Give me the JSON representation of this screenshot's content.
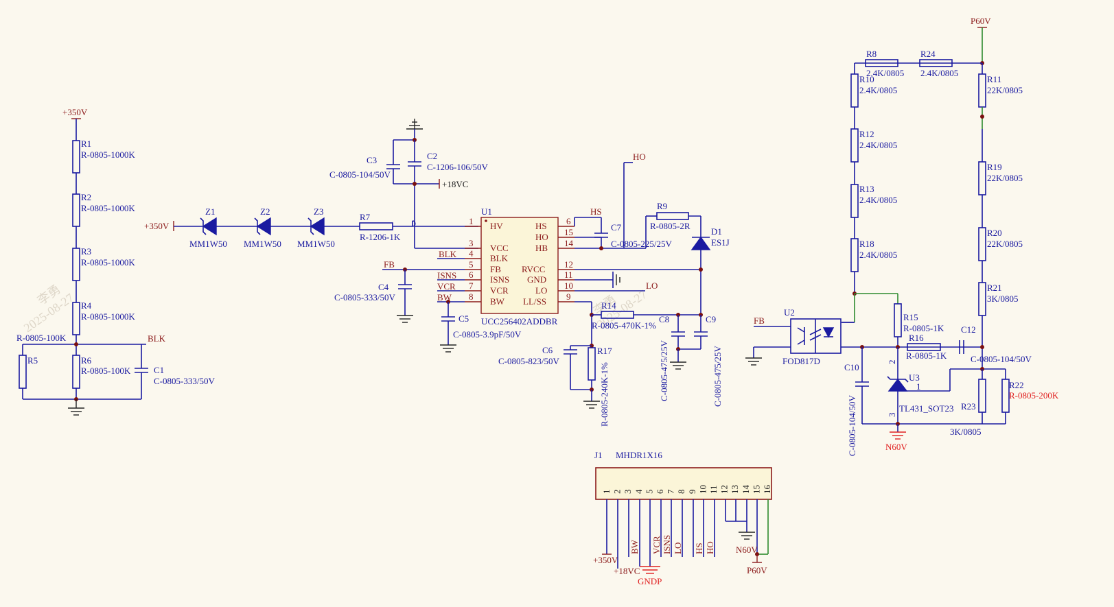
{
  "nets": {
    "v350": "+350V",
    "blk": "BLK",
    "fb": "FB",
    "ho": "HO",
    "hs": "HS",
    "lo": "LO",
    "isns": "ISNS",
    "vcr": "VCR",
    "bw": "BW",
    "vc18": "+18VC",
    "p60": "P60V",
    "n60": "N60V",
    "gndp": "GNDP"
  },
  "left": {
    "r1": {
      "ref": "R1",
      "val": "R-0805-1000K"
    },
    "r2": {
      "ref": "R2",
      "val": "R-0805-1000K"
    },
    "r3": {
      "ref": "R3",
      "val": "R-0805-1000K"
    },
    "r4": {
      "ref": "R4",
      "val": "R-0805-1000K"
    },
    "r5": {
      "ref": "R5",
      "val": "R-0805-100K"
    },
    "r6": {
      "ref": "R6",
      "val": "R-0805-100K"
    },
    "c1": {
      "ref": "C1",
      "val": "C-0805-333/50V"
    }
  },
  "zeners": [
    {
      "ref": "Z1",
      "val": "MM1W50"
    },
    {
      "ref": "Z2",
      "val": "MM1W50"
    },
    {
      "ref": "Z3",
      "val": "MM1W50"
    }
  ],
  "mid": {
    "r7": {
      "ref": "R7",
      "val": "R-1206-1K"
    },
    "c2": {
      "ref": "C2",
      "val": "C-1206-106/50V"
    },
    "c3": {
      "ref": "C3",
      "val": "C-0805-104/50V"
    },
    "c4": {
      "ref": "C4",
      "val": "C-0805-333/50V"
    },
    "c5": {
      "ref": "C5",
      "val": "C-0805-3.9pF/50V"
    },
    "c6": {
      "ref": "C6",
      "val": "C-0805-823/50V"
    },
    "c7": {
      "ref": "C7",
      "val": "C-0805-225/25V"
    },
    "c8": {
      "ref": "C8",
      "val": "C-0805-475/25V"
    },
    "c9": {
      "ref": "C9",
      "val": "C-0805-475/25V"
    },
    "r9": {
      "ref": "R9",
      "val": "R-0805-2R"
    },
    "r14": {
      "ref": "R14",
      "val": "R-0805-470K-1%"
    },
    "r17": {
      "ref": "R17",
      "val": "R-0805-240K-1%"
    },
    "d1": {
      "ref": "D1",
      "val": "ES1J"
    }
  },
  "u1": {
    "ref": "U1",
    "part": "UCC256402ADDBR",
    "left_pins": [
      {
        "num": "1",
        "name": "HV"
      },
      {
        "num": "3",
        "name": "VCC"
      },
      {
        "num": "4",
        "name": "BLK"
      },
      {
        "num": "5",
        "name": "FB"
      },
      {
        "num": "6",
        "name": "ISNS"
      },
      {
        "num": "7",
        "name": "VCR"
      },
      {
        "num": "8",
        "name": "BW"
      }
    ],
    "right_pins": [
      {
        "num": "6",
        "name": "HS"
      },
      {
        "num": "15",
        "name": "HO"
      },
      {
        "num": "14",
        "name": "HB"
      },
      {
        "num": "12",
        "name": "RVCC"
      },
      {
        "num": "11",
        "name": "GND"
      },
      {
        "num": "10",
        "name": "LO"
      },
      {
        "num": "9",
        "name": "LL/SS"
      }
    ]
  },
  "right": {
    "r8": {
      "ref": "R8",
      "val": "2.4K/0805"
    },
    "r24": {
      "ref": "R24",
      "val": "2.4K/0805"
    },
    "r10": {
      "ref": "R10",
      "val": "2.4K/0805"
    },
    "r12": {
      "ref": "R12",
      "val": "2.4K/0805"
    },
    "r13": {
      "ref": "R13",
      "val": "2.4K/0805"
    },
    "r18": {
      "ref": "R18",
      "val": "2.4K/0805"
    },
    "r11": {
      "ref": "R11",
      "val": "22K/0805"
    },
    "r19": {
      "ref": "R19",
      "val": "22K/0805"
    },
    "r20": {
      "ref": "R20",
      "val": "22K/0805"
    },
    "r21": {
      "ref": "R21",
      "val": "3K/0805"
    },
    "r15": {
      "ref": "R15",
      "val": "R-0805-1K"
    },
    "r16": {
      "ref": "R16",
      "val": "R-0805-1K"
    },
    "r22": {
      "ref": "R22",
      "val": "R-0805-200K"
    },
    "r23": {
      "ref": "R23",
      "val": "3K/0805"
    },
    "c10": {
      "ref": "C10",
      "val": "C-0805-104/50V"
    },
    "c12": {
      "ref": "C12",
      "val": "C-0805-104/50V"
    },
    "u2": {
      "ref": "U2",
      "val": "FOD817D"
    },
    "u3": {
      "ref": "U3",
      "val": "TL431_SOT23"
    },
    "u3_pins": [
      "1",
      "2",
      "3"
    ]
  },
  "j1": {
    "ref": "J1",
    "part": "MHDR1X16",
    "pins": [
      "1",
      "2",
      "3",
      "4",
      "5",
      "6",
      "7",
      "8",
      "9",
      "10",
      "11",
      "12",
      "13",
      "14",
      "15",
      "16"
    ]
  },
  "watermark": [
    "李勇",
    "2025-08-27"
  ]
}
